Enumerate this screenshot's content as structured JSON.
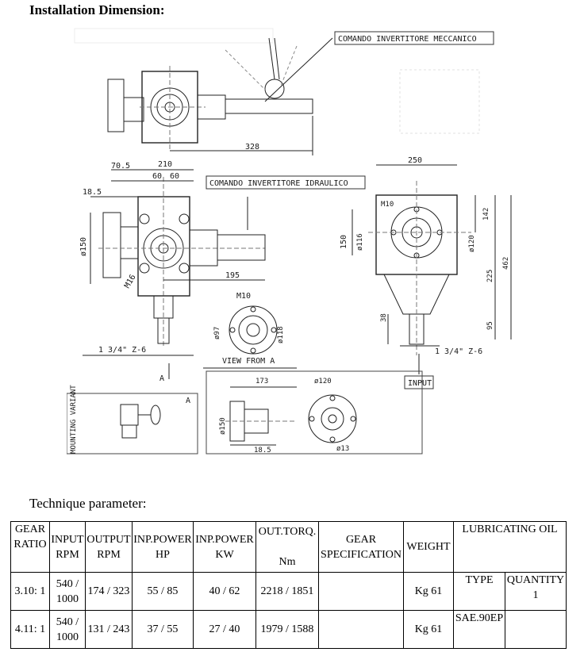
{
  "heading": "Installation Dimension:",
  "drawing": {
    "callout_mechanical": "COMANDO INVERTITORE MECCANICO",
    "callout_hydraulic": "COMANDO INVERTITORE IDRAULICO",
    "dim_328": "328",
    "dim_210": "210",
    "dim_70_5": "70.5",
    "dim_60a": "60",
    "dim_60b": "60",
    "dim_18_5_top": "18.5",
    "dim_150_left": "ø150",
    "dim_m16": "M16",
    "dim_195": "195",
    "dim_1_3_4_left": "1 3/4\" Z-6",
    "label_a_arrow": "A",
    "dim_m10_flange": "M10",
    "dim_97": "ø97",
    "dim_118": "ø118",
    "view_from_a": "VIEW FROM A",
    "dim_250": "250",
    "dim_m10_right": "M10",
    "dim_150_right": "150",
    "dim_116": "ø116",
    "dim_120_right": "ø120",
    "dim_142": "142",
    "dim_225": "225",
    "dim_462": "462",
    "dim_38": "38",
    "dim_95": "95",
    "dim_1_3_4_right": "1 3/4\" Z-6",
    "input_label": "INPUT",
    "mounting_variant": "MOUNTING VARIANT",
    "label_a_box": "A",
    "dim_173": "173",
    "dim_120_bottom": "ø120",
    "dim_150_bottom": "ø150",
    "dim_18_5_bottom": "18.5",
    "dim_13": "ø13"
  },
  "technique_label": "Technique parameter:",
  "table": {
    "headers": {
      "gear_ratio": [
        "GEAR",
        "RATIO"
      ],
      "input_rpm": [
        "INPUT",
        "RPM"
      ],
      "output_rpm": [
        "OUTPUT",
        "RPM"
      ],
      "inp_power_hp": [
        "INP.POWER",
        "HP"
      ],
      "inp_power_kw": [
        "INP.POWER",
        "KW"
      ],
      "out_torq": [
        "OUT.TORQ.",
        "Nm"
      ],
      "gear_spec": [
        "GEAR",
        "SPECIFICATION"
      ],
      "weight": "WEIGHT",
      "lube_oil": "LUBRICATING OIL"
    },
    "rows": [
      {
        "ratio": "3.10: 1",
        "input_rpm": [
          "540 /",
          "1000"
        ],
        "output_rpm": "174 / 323",
        "hp": "55 / 85",
        "kw": "40 / 62",
        "torque": "2218 / 1851",
        "spec": "",
        "weight": "Kg 61",
        "oil_label": "TYPE",
        "qty_label": "QUANTITY",
        "qty_value": "1"
      },
      {
        "ratio": "4.11: 1",
        "input_rpm": [
          "540 /",
          "1000"
        ],
        "output_rpm": "131 / 243",
        "hp": "37 / 55",
        "kw": "27 / 40",
        "torque": "1979 / 1588",
        "spec": "",
        "weight": "Kg 61",
        "oil_type": "SAE.90EP"
      }
    ]
  }
}
